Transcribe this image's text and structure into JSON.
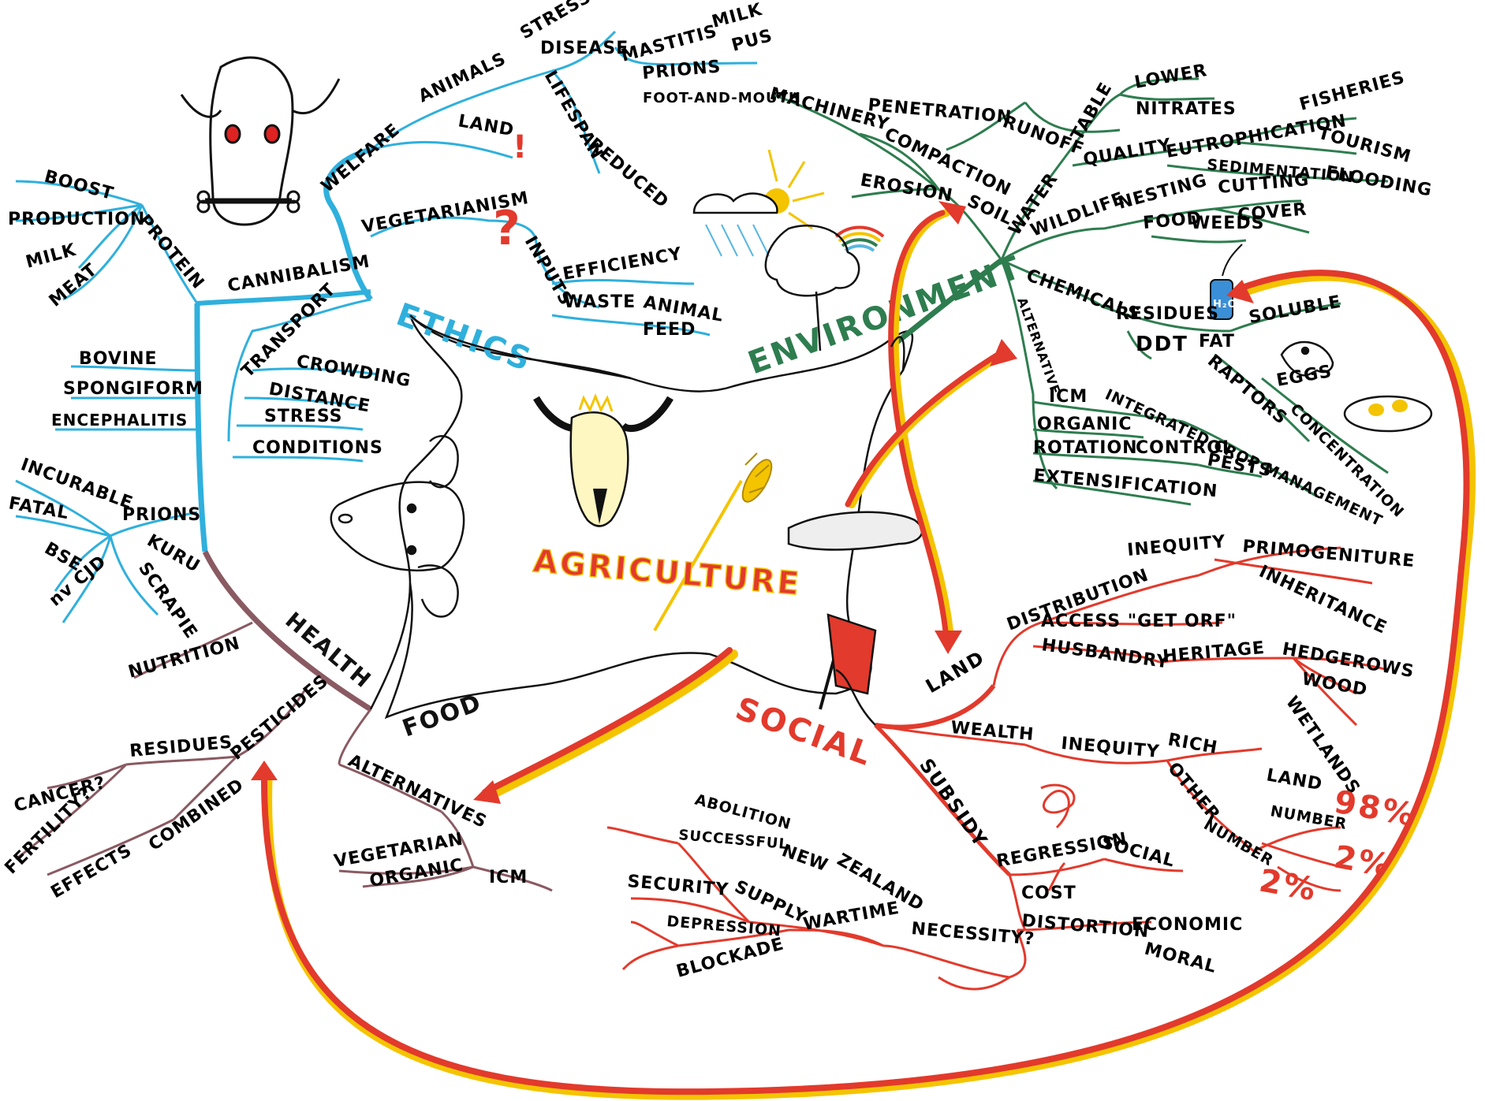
{
  "colors": {
    "ethics": "#2fb0dc",
    "environment": "#2e7d4f",
    "social": "#e23a2c",
    "health": "#8a5a62",
    "food": "#111111",
    "accent_yellow": "#f4c400",
    "outline": "#222222"
  },
  "center": {
    "title": "AGRICULTURE"
  },
  "ethics": {
    "title": "ETHICS",
    "welfare": "WELFARE",
    "animals": "ANIMALS",
    "stress": "STRESS",
    "disease": "DISEASE",
    "lifespan": "LIFESPAN",
    "reduced": "REDUCED",
    "mastitis": "MASTITIS",
    "milk": "MILK",
    "pus": "PUS",
    "prions": "PRIONS",
    "foot_and_mouth": "FOOT-AND-MOUTH",
    "land": "LAND",
    "exclaim": "!",
    "vegetarianism": "VEGETARIANISM",
    "question": "?",
    "inputs": "INPUTS",
    "efficiency": "EFFICIENCY",
    "waste": "WASTE",
    "animal": "ANIMAL",
    "feed": "FEED",
    "cannibalism": "CANNIBALISM",
    "protein": "PROTEIN",
    "boost": "BOOST",
    "production": "PRODUCTION",
    "milk2": "MILK",
    "meat": "MEAT",
    "transport": "TRANSPORT",
    "crowding": "CROWDING",
    "distance": "DISTANCE",
    "stress2": "STRESS",
    "conditions": "CONDITIONS",
    "bovine": "BOVINE",
    "spongiform": "SPONGIFORM",
    "encephalitis": "ENCEPHALITIS",
    "incurable": "INCURABLE",
    "fatal": "FATAL",
    "prions2": "PRIONS",
    "bse": "BSE",
    "kuru": "KURU",
    "ncjd": "nv CJD",
    "scrapie": "SCRAPIE"
  },
  "environment": {
    "title": "ENVIRONMENT",
    "machinery": "MACHINERY",
    "penetration": "PENETRATION",
    "runoff": "RUNOFF",
    "table": "TABLE",
    "lower": "LOWER",
    "nitrates": "NITRATES",
    "compaction": "COMPACTION",
    "soil": "SOIL",
    "erosion": "EROSION",
    "water": "WATER",
    "quality": "QUALITY",
    "eutrophication": "EUTROPHICATION",
    "fisheries": "FISHERIES",
    "tourism": "TOURISM",
    "sedimentation": "SEDIMENTATION",
    "flooding": "FLOODING",
    "wildlife": "WILDLIFE",
    "nesting": "NESTING",
    "cutting": "CUTTING",
    "cover": "COVER",
    "food": "FOOD",
    "weeds": "WEEDS",
    "chemicals": "CHEMICALS",
    "residues": "RESIDUES",
    "soluble": "SOLUBLE",
    "ddt": "DDT",
    "fat": "FAT",
    "raptors": "RAPTORS",
    "eggs": "EGGS",
    "concentration": "CONCENTRATION",
    "alternative": "ALTERNATIVE",
    "icm": "ICM",
    "integrated": "INTEGRATED CROP MANAGEMENT",
    "organic": "ORGANIC",
    "rotation": "ROTATION",
    "control": "CONTROL",
    "pests": "PESTS",
    "extensification": "EXTENSIFICATION",
    "h2o": "H₂O"
  },
  "social": {
    "title": "SOCIAL",
    "land": "LAND",
    "distribution": "DISTRIBUTION",
    "inequity": "INEQUITY",
    "primogeniture": "PRIMOGENITURE",
    "inheritance": "INHERITANCE",
    "access": "ACCESS \"GET ORF\"",
    "husbandry": "HUSBANDRY",
    "heritage": "HERITAGE",
    "hedgerows": "HEDGEROWS",
    "wood": "WOOD",
    "wetlands": "WETLANDS",
    "wealth": "WEALTH",
    "inequity2": "INEQUITY",
    "rich": "RICH",
    "other": "OTHER",
    "land2": "LAND",
    "number": "NUMBER",
    "number2": "NUMBER",
    "pct98": "98%",
    "pct2a": "2%",
    "pct2b": "2%",
    "subsidy": "SUBSIDY",
    "regression": "REGRESSION",
    "social2": "SOCIAL",
    "cost": "COST",
    "distortion": "DISTORTION",
    "economic": "ECONOMIC",
    "moral": "MORAL",
    "necessity": "NECESSITY?",
    "abolition": "ABOLITION",
    "successful": "SUCCESSFUL",
    "new": "NEW",
    "zealand": "ZEALAND",
    "security": "SECURITY",
    "supply": "SUPPLY",
    "depression": "DEPRESSION",
    "wartime": "WARTIME",
    "blockade": "BLOCKADE"
  },
  "health": {
    "title": "HEALTH",
    "nutrition": "NUTRITION",
    "pesticides": "PESTICIDES",
    "residues": "RESIDUES",
    "cancer": "CANCER?",
    "fertility": "FERTILITY?",
    "combined": "COMBINED",
    "effects": "EFFECTS"
  },
  "food": {
    "title": "FOOD",
    "alternatives": "ALTERNATIVES",
    "vegetarian": "VEGETARIAN",
    "organic": "ORGANIC",
    "icm": "ICM"
  }
}
